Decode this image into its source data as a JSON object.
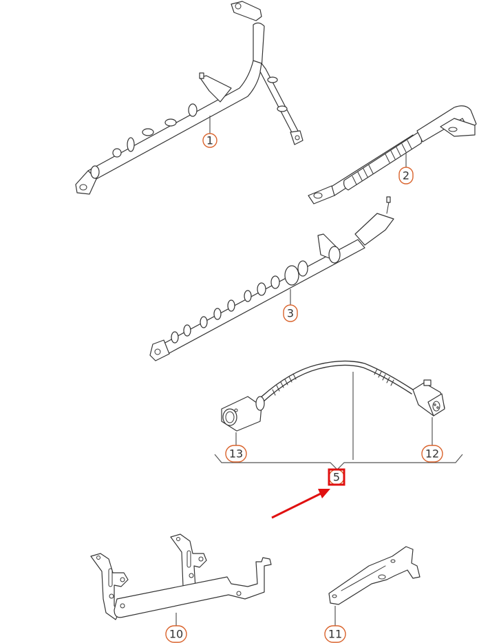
{
  "diagram": {
    "type": "exploded parts diagram",
    "callouts": [
      {
        "id": "1",
        "label": "1",
        "description": "battery cable harness with clips"
      },
      {
        "id": "2",
        "label": "2",
        "description": "ground strap with corrugated sleeve"
      },
      {
        "id": "3",
        "label": "3",
        "description": "cable harness with grommet and stud terminal"
      },
      {
        "id": "5",
        "label": "5",
        "description": "sensor wiring harness (assembly of 12 and 13)",
        "highlighted": true
      },
      {
        "id": "10",
        "label": "10",
        "description": "mounting bracket"
      },
      {
        "id": "11",
        "label": "11",
        "description": "small bracket"
      },
      {
        "id": "12",
        "label": "12",
        "description": "female connector"
      },
      {
        "id": "13",
        "label": "13",
        "description": "male connector"
      }
    ],
    "highlight": {
      "target": "5",
      "color": "#e01010",
      "style": "box-with-arrow"
    },
    "colors": {
      "callout_ring": "#d9622b",
      "line_art": "#333333",
      "highlight": "#e01010"
    }
  }
}
